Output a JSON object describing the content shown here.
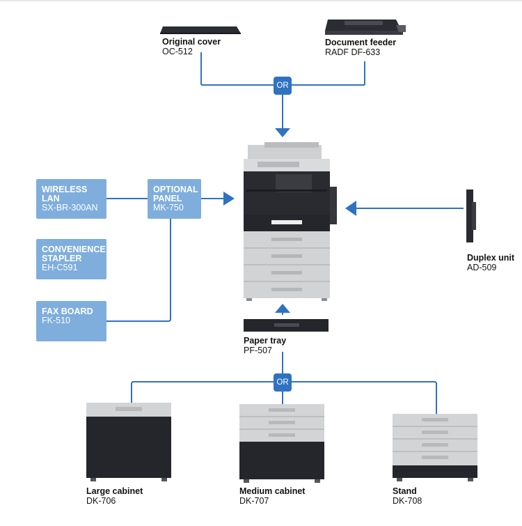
{
  "colors": {
    "connector": "#2f72c2",
    "option_box": "#7faedc"
  },
  "or_label": "OR",
  "original_cover": {
    "name": "Original cover",
    "code": "OC-512"
  },
  "document_feeder": {
    "name": "Document feeder",
    "code": "RADF DF-633"
  },
  "duplex_unit": {
    "name": "Duplex unit",
    "code": "AD-509"
  },
  "paper_tray": {
    "name": "Paper tray",
    "code": "PF-507"
  },
  "wireless_lan": {
    "name": "WIRELESS LAN",
    "code": "SX-BR-300AN"
  },
  "optional_panel": {
    "name_line1": "OPTIONAL",
    "name_line2": "PANEL",
    "code": "MK-750"
  },
  "convenience_stapler": {
    "name_line1": "CONVENIENCE",
    "name_line2": "STAPLER",
    "code": "EH-C591"
  },
  "fax_board": {
    "name": "FAX BOARD",
    "code": "FK-510"
  },
  "large_cabinet": {
    "name": "Large cabinet",
    "code": "DK-706"
  },
  "medium_cabinet": {
    "name": "Medium cabinet",
    "code": "DK-707"
  },
  "stand": {
    "name": "Stand",
    "code": "DK-708"
  }
}
